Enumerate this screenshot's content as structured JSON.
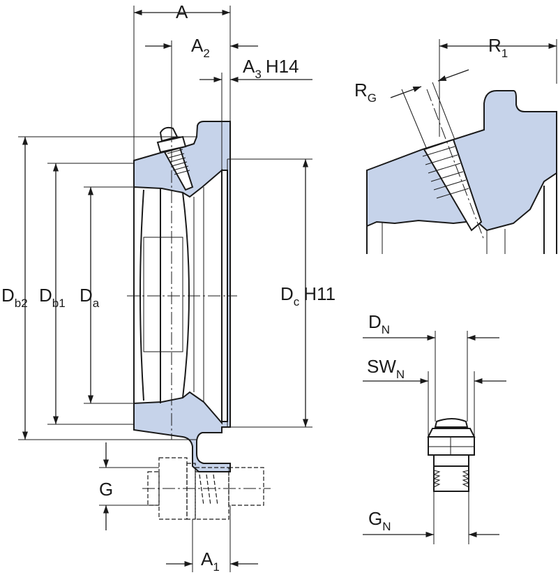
{
  "labels": {
    "A": "A",
    "A2": "A",
    "A2_sub": "2",
    "A3": "A",
    "A3_sub": "3",
    "A3_tol": "H14",
    "Db2": "D",
    "Db2_sub": "b2",
    "Db1": "D",
    "Db1_sub": "b1",
    "Da": "D",
    "Da_sub": "a",
    "Dc": "D",
    "Dc_sub": "c",
    "Dc_tol": "H11",
    "G": "G",
    "A1": "A",
    "A1_sub": "1",
    "R1": "R",
    "R1_sub": "1",
    "RG": "R",
    "RG_sub": "G",
    "DN": "D",
    "DN_sub": "N",
    "SWN": "SW",
    "SWN_sub": "N",
    "GN": "G",
    "GN_sub": "N"
  },
  "colors": {
    "housing_fill": "#c6d3ea",
    "line": "#1a1a1a"
  }
}
